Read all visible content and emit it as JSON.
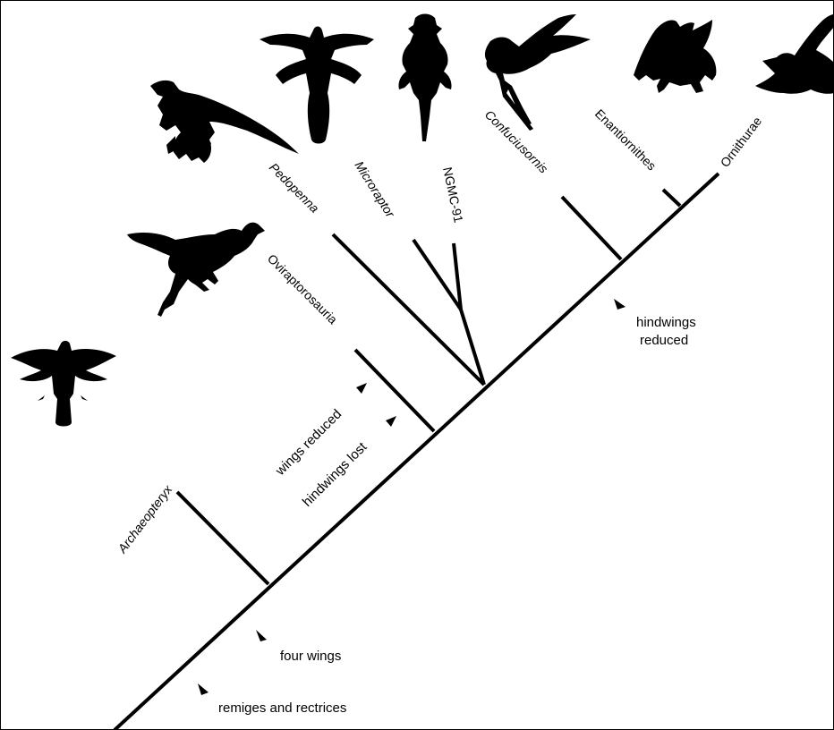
{
  "taxa": {
    "archaeopteryx": "Archaeopteryx",
    "oviraptorosauria": "Oviraptorosauria",
    "pedopenna": "Pedopenna",
    "microraptor": "Microraptor",
    "ngmc91": "NGMC-91",
    "confuciusornis": "Confuciusornis",
    "enantiornithes": "Enantiornithes",
    "ornithurae": "Ornithurae"
  },
  "annotations": {
    "remiges_rectrices": "remiges and rectrices",
    "four_wings": "four wings",
    "wings_reduced": "wings reduced",
    "hindwings_lost": "hindwings lost",
    "hindwings_reduced_line1": "hindwings",
    "hindwings_reduced_line2": "reduced"
  },
  "colors": {
    "ink": "#000000",
    "background": "#ffffff"
  }
}
